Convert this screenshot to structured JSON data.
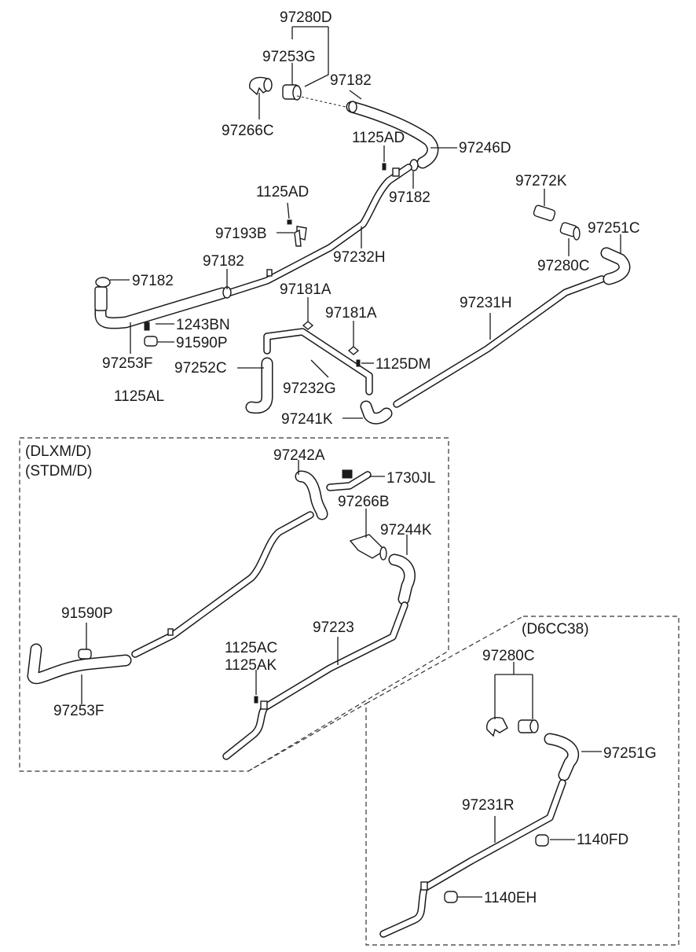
{
  "diagram": {
    "top_section": {
      "labels": {
        "p97280D": "97280D",
        "p97253G": "97253G",
        "p97182_a": "97182",
        "p97266C": "97266C",
        "p1125AD_a": "1125AD",
        "p97246D": "97246D",
        "p97182_b": "97182",
        "p1125AD_b": "1125AD",
        "p97272K": "97272K",
        "p97251C": "97251C",
        "p97193B": "97193B",
        "p97232H": "97232H",
        "p97280C_a": "97280C",
        "p97182_c": "97182",
        "p97182_d": "97182",
        "p97181A_a": "97181A",
        "p97231H": "97231H",
        "p97181A_b": "97181A",
        "p1243BN": "1243BN",
        "p91590P_a": "91590P",
        "p97253F_a": "97253F",
        "p1125DM": "1125DM",
        "p97252C": "97252C",
        "p97232G": "97232G",
        "p1125AL": "1125AL",
        "p97241K": "97241K"
      }
    },
    "dlxm_section": {
      "variant_line1": "(DLXM/D)",
      "variant_line2": "(STDM/D)",
      "labels": {
        "p97242A": "97242A",
        "p1730JL": "1730JL",
        "p97266B": "97266B",
        "p97244K": "97244K",
        "p91590P_b": "91590P",
        "p97223": "97223",
        "p1125AC": "1125AC",
        "p1125AK": "1125AK",
        "p97253F_b": "97253F"
      }
    },
    "d6cc38_section": {
      "variant": "(D6CC38)",
      "labels": {
        "p97280C_b": "97280C",
        "p97251G": "97251G",
        "p97231R": "97231R",
        "p1140FD": "1140FD",
        "p1140EH": "1140EH"
      }
    }
  }
}
